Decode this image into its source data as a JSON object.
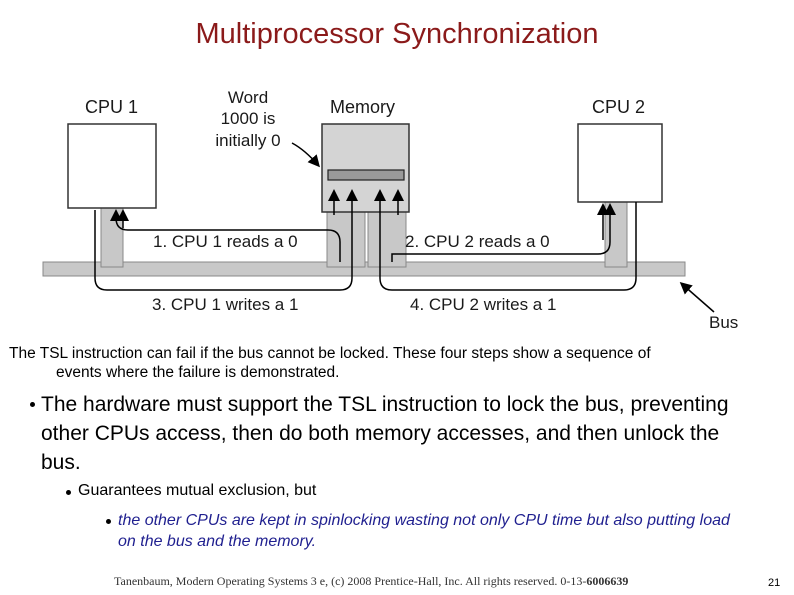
{
  "slide": {
    "title": "Multiprocessor Synchronization",
    "page_number": "21"
  },
  "diagram": {
    "cpu1_label": "CPU 1",
    "cpu2_label": "CPU 2",
    "memory_label": "Memory",
    "word_note_line1": "Word",
    "word_note_line2": "1000 is",
    "word_note_line3": "initially 0",
    "step1": "1. CPU 1 reads a 0",
    "step2": "2. CPU 2 reads a 0",
    "step3": "3. CPU 1 writes a 1",
    "step4": "4. CPU 2 writes a 1",
    "bus_label": "Bus"
  },
  "caption": {
    "line1": "The TSL instruction can fail if the bus cannot be locked. These four steps show a sequence of",
    "line2": "events where the failure is demonstrated."
  },
  "bullets": {
    "level1": "The hardware must support the TSL instruction to lock the bus, preventing other CPUs access, then do both memory accesses, and then unlock the bus.",
    "level2": "Guarantees mutual exclusion, but",
    "level3": "the other CPUs are kept in spinlocking wasting not only CPU time but also putting load on the bus and the memory."
  },
  "footer": {
    "text": "Tanenbaum, Modern Operating Systems 3 e, (c) 2008 Prentice-Hall, Inc. All rights reserved. 0-13-",
    "isbn_bold": "6006639"
  }
}
